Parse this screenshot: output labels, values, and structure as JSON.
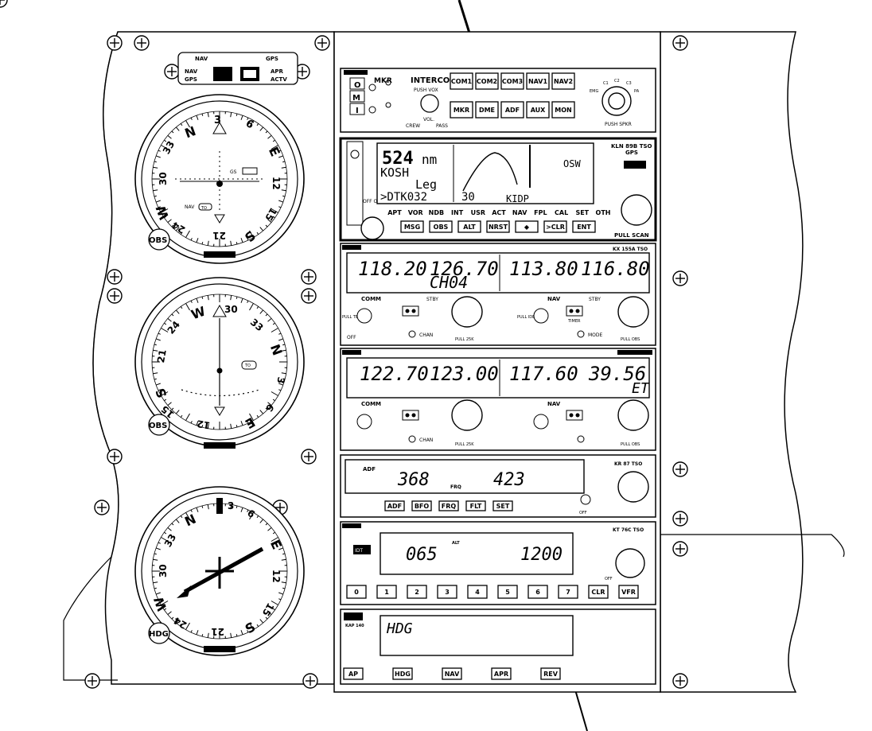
{
  "audio_panel": {
    "mkr_label": "MKR",
    "intercom_label": "INTERCOM",
    "push_vox_label": "PUSH VOX",
    "vol_label": "VOL.",
    "crew_label": "CREW",
    "pass_label": "PASS",
    "left_labels": [
      "O",
      "M",
      "I"
    ],
    "buttons_top": [
      "COM1",
      "COM2",
      "COM3",
      "NAV1",
      "NAV2"
    ],
    "buttons_bottom": [
      "MKR",
      "DME",
      "ADF",
      "AUX",
      "MON"
    ],
    "knob_labels": [
      "EMG",
      "C1",
      "C2",
      "C3",
      "PA"
    ],
    "push_label": "PUSH SPKR"
  },
  "gps": {
    "brand": "KLN 89B TSO",
    "sub": "GPS",
    "distance_value": "524",
    "distance_unit": "nm",
    "line2": "KOSH",
    "line3": "Leg",
    "line4": ">DTK032",
    "map_label_range": "30",
    "map_label_dest": "KIDP",
    "map_label_wpt": "OSW",
    "page_labels": [
      "APT",
      "VOR",
      "NDB",
      "INT",
      "USR",
      "ACT",
      "NAV",
      "FPL",
      "CAL",
      "SET",
      "OTH"
    ],
    "buttons": [
      "MSG",
      "OBS",
      "ALT",
      "NRST",
      "◆",
      ">CLR",
      "ENT"
    ],
    "knob_label_off": "OFF ON",
    "knob_label_right": "PULL SCAN"
  },
  "navcom1": {
    "brand": "KX 155A TSO",
    "com_active": "118.20",
    "com_standby": "126.70",
    "nav_active": "113.80",
    "nav_standby": "116.80",
    "channel": "CH04",
    "comm_label": "COMM",
    "nav_label": "NAV",
    "stby_label": "STBY",
    "chan_label": "CHAN",
    "mode_label": "MODE",
    "pull_25k": "PULL 25K",
    "pull_obs": "PULL OBS",
    "pull_test": "PULL TEST",
    "pull_ident": "PULL IDENT",
    "off_label": "OFF",
    "timer_label": "TIMER"
  },
  "navcom2": {
    "com_active": "122.70",
    "com_standby": "123.00",
    "nav_active": "117.60",
    "nav_standby": "39.56",
    "et_label": "ET",
    "comm_label": "COMM",
    "nav_label": "NAV",
    "chan_label": "CHAN",
    "pull_25k": "PULL 25K",
    "pull_obs": "PULL OBS"
  },
  "adf": {
    "label": "ADF",
    "active": "368",
    "standby": "423",
    "frq_label": "FRQ",
    "buttons": [
      "ADF",
      "BFO",
      "FRQ",
      "FLT",
      "SET"
    ],
    "brand": "KR 87 TSO",
    "off_label": "OFF"
  },
  "transponder": {
    "code_left": "065",
    "code_right": "1200",
    "alt_label": "ALT",
    "ident_label": "IDT",
    "digit_buttons": [
      "0",
      "1",
      "2",
      "3",
      "4",
      "5",
      "6",
      "7",
      "CLR",
      "VFR"
    ],
    "brand": "KT 76C TSO",
    "off_label": "OFF"
  },
  "autopilot": {
    "display": "HDG",
    "buttons": [
      "AP",
      "HDG",
      "NAV",
      "APR",
      "REV"
    ],
    "brand": "KAP 140"
  },
  "cdi1": {
    "cardinals": {
      "N": "N",
      "E": "E",
      "S": "S",
      "W": "W"
    },
    "numbers": [
      "3",
      "6",
      "12",
      "15",
      "21",
      "24",
      "30",
      "33"
    ],
    "top_label": "OBS",
    "nav_label": "NAV",
    "gs_label": "GS",
    "to_label": "TO"
  },
  "cdi2": {
    "numbers": [
      "30",
      "33",
      "3",
      "6",
      "12",
      "15",
      "21",
      "24"
    ],
    "knob_label": "OBS",
    "to_label": "TO"
  },
  "adf_indicator": {
    "numbers": [
      "3",
      "6",
      "12",
      "15",
      "21",
      "24",
      "30",
      "33"
    ],
    "knob_label": "HDG"
  },
  "annunciator": {
    "left_top": "NAV",
    "left_bot": "GPS",
    "right_top": "APR",
    "right_bot": "ACTV",
    "header_left": "NAV",
    "header_right": "GPS"
  }
}
